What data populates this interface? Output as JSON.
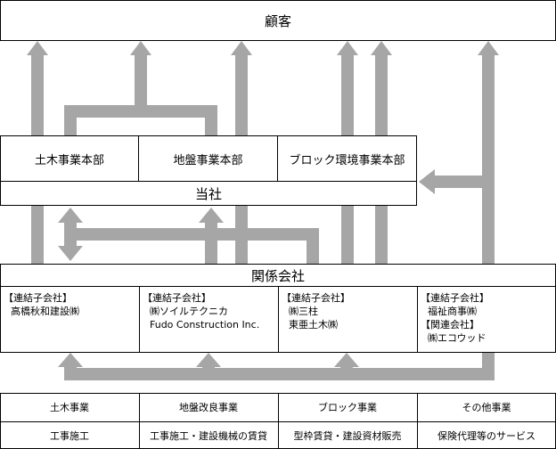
{
  "customer": {
    "label": "顧客"
  },
  "divisions": [
    {
      "label": "土木事業本部"
    },
    {
      "label": "地盤事業本部"
    },
    {
      "label": "ブロック環境事業本部"
    }
  ],
  "company": {
    "label": "当社"
  },
  "affiliates": {
    "label": "関係会社",
    "columns": [
      {
        "lines": [
          "【連結子会社】",
          "高橋秋和建設㈱"
        ]
      },
      {
        "lines": [
          "【連結子会社】",
          "㈱ソイルテクニカ",
          "Fudo Construction Inc."
        ]
      },
      {
        "lines": [
          "【連結子会社】",
          "㈱三柱",
          "東亜土木㈱"
        ]
      },
      {
        "lines": [
          "【連結子会社】",
          "福祉商事㈱",
          "【関連会社】",
          "㈱エコウッド"
        ]
      }
    ]
  },
  "segments": {
    "headers": [
      "土木事業",
      "地盤改良事業",
      "ブロック事業",
      "その他事業"
    ],
    "activities": [
      "工事施工",
      "工事施工・建設機械の賃貸",
      "型枠賃貸・建設資材販売",
      "保険代理等のサービス"
    ]
  },
  "colors": {
    "flow": "#a6a6a6",
    "border": "#000000",
    "background": "#ffffff"
  }
}
